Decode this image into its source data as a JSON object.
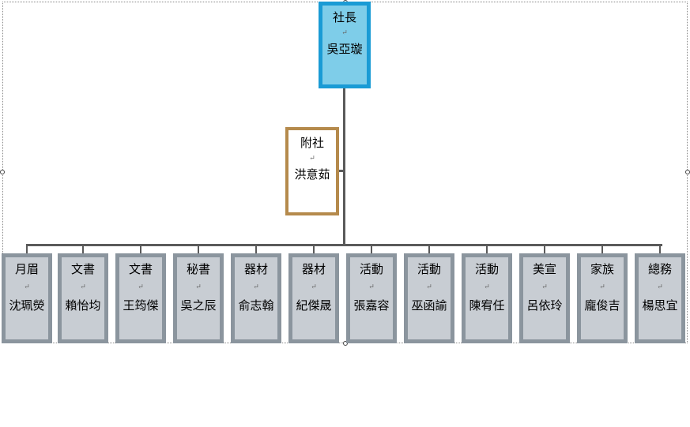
{
  "chart_data": {
    "type": "org-chart",
    "return_mark": "↵",
    "head": {
      "title": "社長",
      "name": "吳亞璇"
    },
    "deputy": {
      "title": "附社",
      "name": "洪意茹"
    },
    "members": [
      {
        "title": "月眉",
        "name": "沈珮熒"
      },
      {
        "title": "文書",
        "name": "賴怡均"
      },
      {
        "title": "文書",
        "name": "王筠傑"
      },
      {
        "title": "秘書",
        "name": "吳之辰"
      },
      {
        "title": "器材",
        "name": "俞志翰"
      },
      {
        "title": "器材",
        "name": "紀傑晟"
      },
      {
        "title": "活動",
        "name": "張嘉容"
      },
      {
        "title": "活動",
        "name": "巫函諭"
      },
      {
        "title": "活動",
        "name": "陳宥任"
      },
      {
        "title": "美宣",
        "name": "呂依玲"
      },
      {
        "title": "家族",
        "name": "龐俊吉"
      },
      {
        "title": "總務",
        "name": "楊思宜"
      }
    ],
    "colors": {
      "head_fill": "#7ecde9",
      "head_border": "#1a9bd5",
      "deputy_border": "#b58a4c",
      "member_fill": "#c8cdd3",
      "member_border": "#8b959e",
      "connector": "#5a5a5a"
    }
  }
}
